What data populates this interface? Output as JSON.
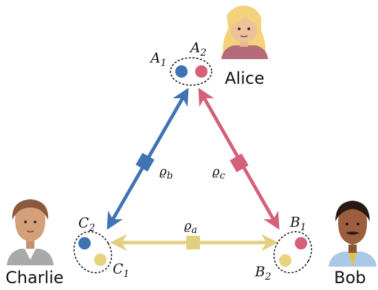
{
  "parties": {
    "alice": {
      "name": "Alice",
      "left_label": "A",
      "left_sub": "1",
      "right_label": "A",
      "right_sub": "2"
    },
    "bob": {
      "name": "Bob",
      "top_label": "B",
      "top_sub": "1",
      "bottom_label": "B",
      "bottom_sub": "2"
    },
    "charlie": {
      "name": "Charlie",
      "top_label": "C",
      "top_sub": "2",
      "bottom_label": "C",
      "bottom_sub": "1"
    }
  },
  "sources": {
    "a": {
      "symbol": "ϱ",
      "sub": "a"
    },
    "b": {
      "symbol": "ϱ",
      "sub": "b"
    },
    "c": {
      "symbol": "ϱ",
      "sub": "c"
    }
  },
  "colors": {
    "blue": "#3f73b4",
    "pink": "#d4607a",
    "yellow": "#e8d27a",
    "yellow_arrow": "#e2cf80"
  },
  "icons": {
    "alice": "woman-blond-hair-icon",
    "bob": "man-office-worker-icon",
    "charlie": "person-icon"
  }
}
